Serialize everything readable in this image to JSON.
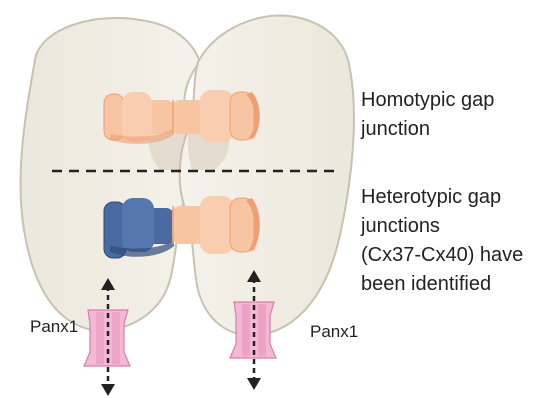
{
  "labels": {
    "homotypic_line1": "Homotypic gap",
    "homotypic_line2": "junction",
    "heterotypic_line1": "Heterotypic gap",
    "heterotypic_line2": "junctions",
    "heterotypic_line3": "(Cx37-Cx40) have",
    "heterotypic_line4": "been identified",
    "panx_left": "Panx1",
    "panx_right": "Panx1"
  },
  "colors": {
    "cell_fill": "#f1ede4",
    "cell_stroke": "#c9c1b1",
    "cell_inner": "#e4ddd0",
    "connexin_orange": "#f8c5a3",
    "connexin_orange_dark": "#ee9f75",
    "connexin_blue": "#4a6ba1",
    "connexin_blue_dark": "#30497a",
    "panx_pink": "#f3b8d3",
    "panx_pink_dark": "#d77eaa",
    "text": "#222222"
  }
}
